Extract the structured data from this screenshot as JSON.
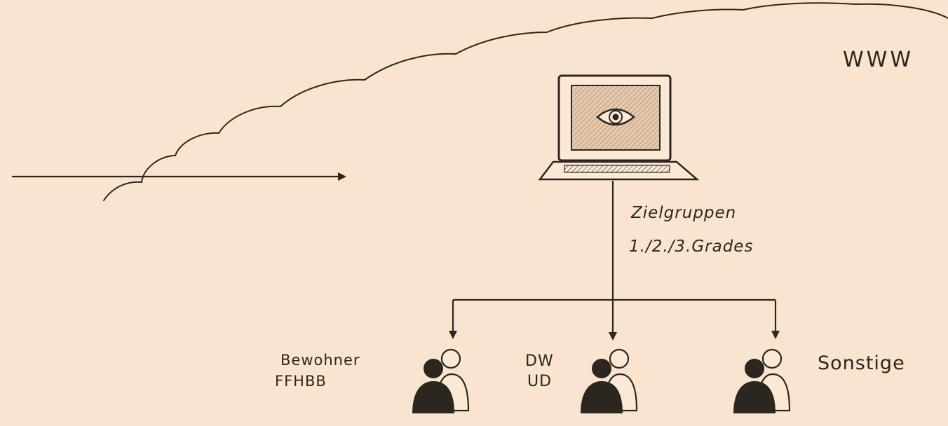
{
  "cloud_label": "WWW",
  "laptop": {
    "screen_icon": "eye-icon"
  },
  "connector_label": {
    "line1": "Zielgruppen",
    "line2": "1./2./3.Grades"
  },
  "groups": [
    {
      "line1": "Bewohner",
      "line2": "FFHBB",
      "icon": "people-icon"
    },
    {
      "line1": "DW",
      "line2": "UD",
      "icon": "people-icon"
    },
    {
      "line1": "Sonstige",
      "line2": "",
      "icon": "people-icon"
    }
  ],
  "colors": {
    "background": "#f9e4cf",
    "ink": "#2c2620",
    "screen": "#e8c9ab"
  }
}
